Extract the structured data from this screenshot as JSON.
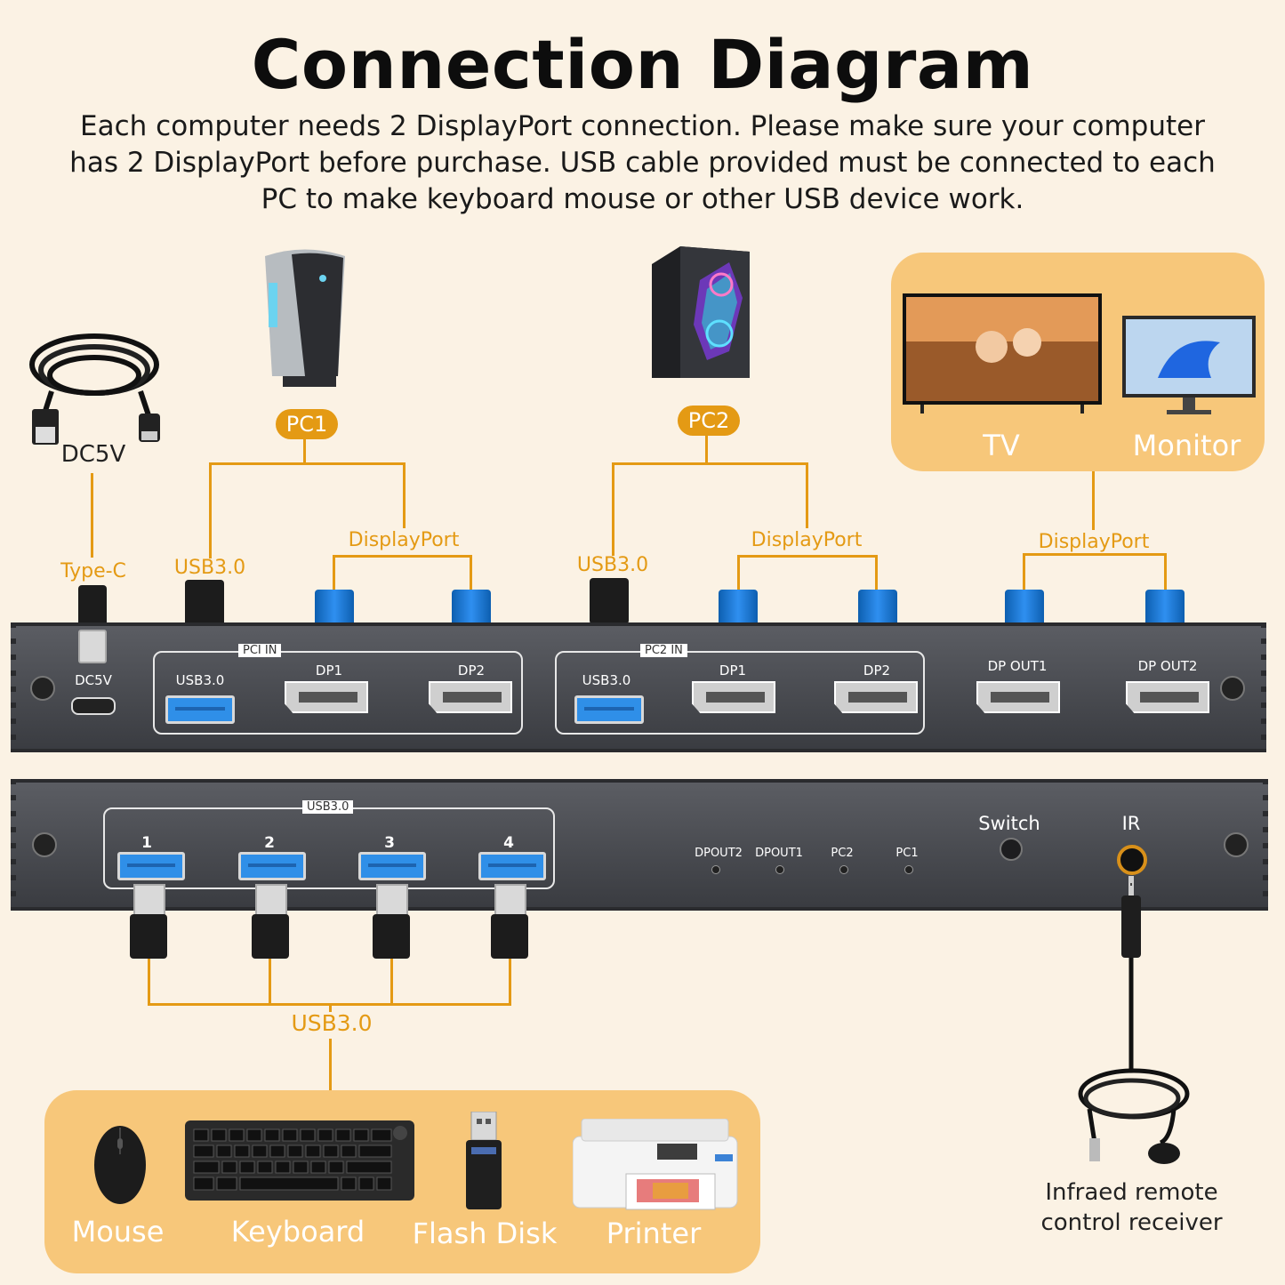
{
  "title": "Connection Diagram",
  "description": [
    "Each computer needs 2 DisplayPort connection. Please make sure your computer",
    "has 2 DisplayPort before purchase. USB cable provided must be connected to each",
    "PC to make keyboard mouse or other USB device work."
  ],
  "power": {
    "cable_label": "DC5V",
    "connector_label": "Type-C"
  },
  "pc1": {
    "label": "PC1",
    "usb_label": "USB3.0",
    "dp_label": "DisplayPort"
  },
  "pc2": {
    "label": "PC2",
    "usb_label": "USB3.0",
    "dp_label": "DisplayPort"
  },
  "outputs": {
    "tv_label": "TV",
    "monitor_label": "Monitor",
    "dp_label": "DisplayPort"
  },
  "front_panel": {
    "dc_label": "DC5V",
    "pc1_in_tag": "PCⅠ IN",
    "pc2_in_tag": "PC2 IN",
    "usb_label": "USB3.0",
    "dp1_label": "DP1",
    "dp2_label": "DP2",
    "dp_out1_label": "DP OUT1",
    "dp_out2_label": "DP OUT2"
  },
  "back_panel": {
    "usb_tag": "USB3.0",
    "ports": [
      "1",
      "2",
      "3",
      "4"
    ],
    "leds": [
      "DPOUT2",
      "DPOUT1",
      "PC2",
      "PC1"
    ],
    "switch_label": "Switch",
    "ir_label": "IR"
  },
  "peripherals": {
    "usb_label": "USB3.0",
    "items": [
      "Mouse",
      "Keyboard",
      "Flash Disk",
      "Printer"
    ]
  },
  "ir_receiver": {
    "label_line1": "Infraed remote",
    "label_line2": "control receiver"
  },
  "colors": {
    "accent": "#e49a14",
    "panel": "#f7c77a",
    "background": "#fbf2e4",
    "device": "#4a4c51",
    "usb_blue": "#2f8fe8"
  }
}
